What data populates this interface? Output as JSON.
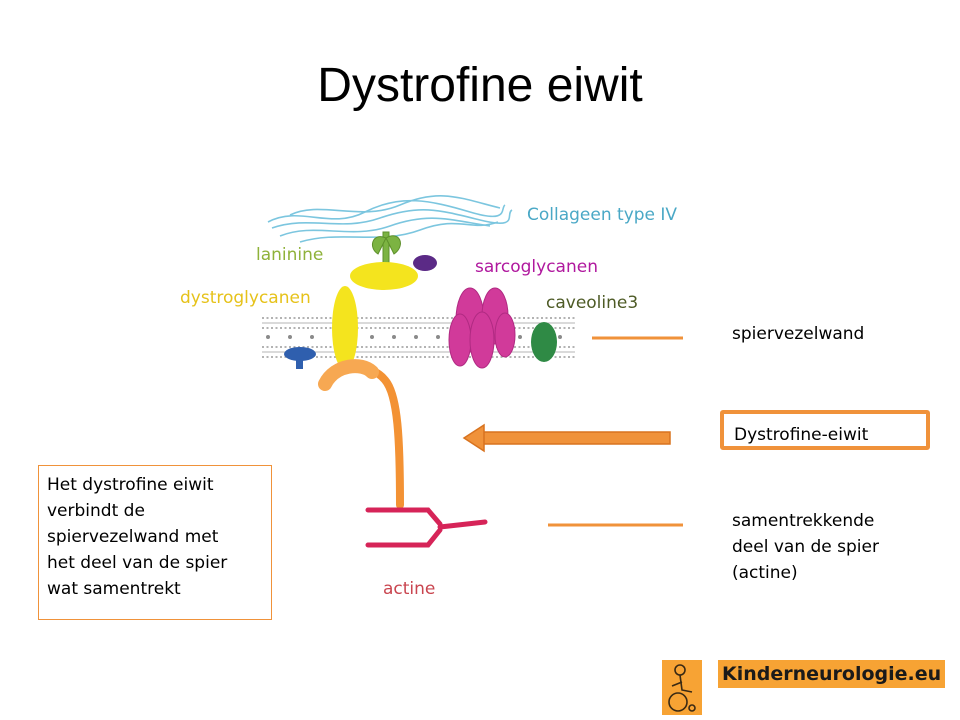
{
  "title": "Dystrofine eiwit",
  "labels": {
    "collageen": "Collageen type IV",
    "laminine": "laninine",
    "sarcoglycanen": "sarcoglycanen",
    "dystroglycanen": "dystroglycanen",
    "caveoline": "caveoline3",
    "actine": "actine"
  },
  "colors": {
    "collageen": "#4aa8c6",
    "laminine": "#8fb23a",
    "sarcoglycanen": "#b0189e",
    "dystroglycanen": "#e6c21a",
    "caveoline": "#4e5b26",
    "actine": "#c9454f",
    "accent": "#f0923a"
  },
  "callouts": {
    "wall": "spiervezelwand",
    "protein": "Dystrofine-eiwit",
    "contract_lines": [
      "samentrekkende",
      "deel van de spier",
      "(actine)"
    ]
  },
  "info_lines": [
    "Het dystrofine eiwit",
    "verbindt de",
    "spiervezelwand met",
    "het deel van de spier",
    "wat samentrekt"
  ],
  "logo": {
    "text": "Kinderneurologie.eu",
    "icon": "wheelchair-figure-icon"
  }
}
